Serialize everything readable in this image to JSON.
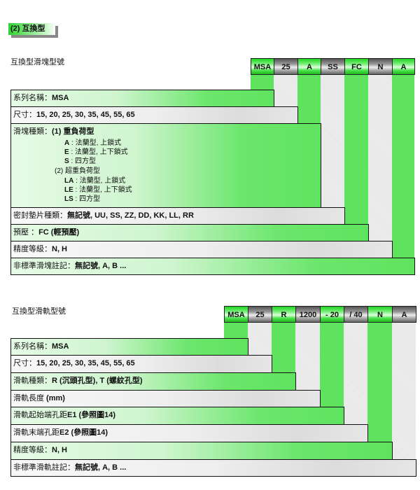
{
  "section_title": "(2) 互換型",
  "block": {
    "title": "互換型滑塊型號",
    "codes": [
      "MSA",
      "25",
      "A",
      "SS",
      "FC",
      "N",
      "A"
    ],
    "rows": [
      {
        "label": "系列名稱：",
        "value": "MSA"
      },
      {
        "label": "尺寸：",
        "value": "15, 20, 25, 30, 35, 45, 55, 65"
      },
      {
        "label": "滑塊種類：",
        "value": "(1) 重負荷型"
      },
      {
        "label": "密封墊片種類：",
        "value": "無記號, UU, SS, ZZ, DD, KK, LL, RR"
      },
      {
        "label": "預壓 ：",
        "value": "FC (輕預壓)"
      },
      {
        "label": "精度等級：",
        "value": "N, H"
      },
      {
        "label": "非標準滑塊註記：",
        "value": "無記號, A, B ..."
      }
    ],
    "types": [
      {
        "code": "A",
        "desc": " : 法蘭型, 上鎖式"
      },
      {
        "code": "E",
        "desc": " : 法蘭型, 上下鎖式"
      },
      {
        "code": "S",
        "desc": " : 四方型"
      },
      {
        "code": "",
        "desc": "(2) 超重負荷型"
      },
      {
        "code": "LA",
        "desc": " : 法蘭型, 上鎖式"
      },
      {
        "code": "LE",
        "desc": " : 法蘭型, 上下鎖式"
      },
      {
        "code": "LS",
        "desc": " : 四方型"
      }
    ]
  },
  "rail": {
    "title": "互換型滑軌型號",
    "codes": [
      "MSA",
      "25",
      "R",
      "1200",
      "- 20",
      "/ 40",
      "N",
      "A"
    ],
    "rows": [
      {
        "label": "系列名稱：",
        "value": "MSA"
      },
      {
        "label": "尺寸：",
        "value": "15, 20, 25, 30, 35, 45, 55, 65"
      },
      {
        "label": "滑軌種類：",
        "value": "R (沉頭孔型), T (螺紋孔型)"
      },
      {
        "label": "滑軌長度",
        "value": " (mm)"
      },
      {
        "label": "滑軌起始端孔距",
        "value": "E1 (參照圖14)"
      },
      {
        "label": "滑軌末端孔距",
        "value": "E2 (參照圖14)"
      },
      {
        "label": "精度等級：",
        "value": "N, H"
      },
      {
        "label": "非標準滑軌註記：",
        "value": "無記號, A, B ..."
      }
    ]
  }
}
